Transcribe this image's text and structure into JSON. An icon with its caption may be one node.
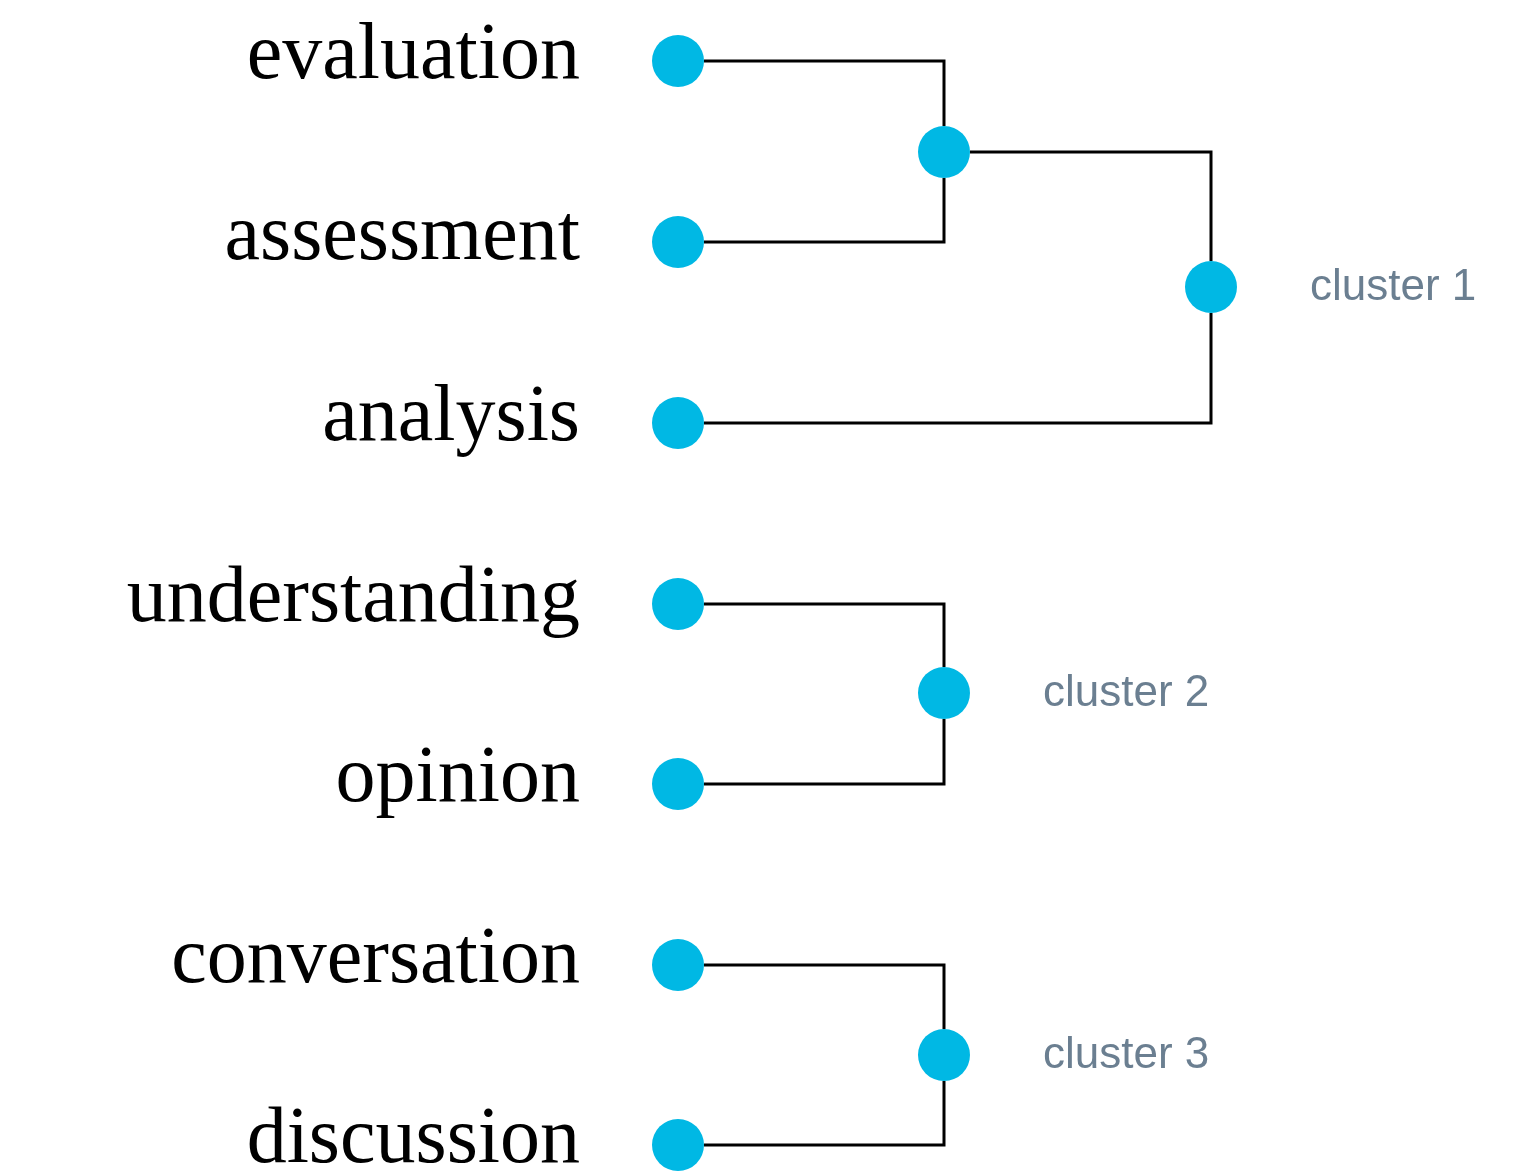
{
  "diagram": {
    "nodes": [
      {
        "text": [],
        "shape": "circle",
        "beside": [
          "evaluation"
        ]
      },
      {
        "text": [],
        "shape": "circle"
      },
      {
        "text": [],
        "shape": "circle",
        "beside": [
          "assessment"
        ]
      },
      {
        "text": [],
        "shape": "circle",
        "beside": [
          "cluster 1"
        ]
      },
      {
        "text": [],
        "shape": "circle",
        "beside": [
          "analysis"
        ]
      },
      {
        "text": [],
        "shape": "circle",
        "beside": [
          "understanding"
        ]
      },
      {
        "text": [],
        "shape": "circle",
        "beside": [
          "cluster 2"
        ]
      },
      {
        "text": [],
        "shape": "circle",
        "beside": [
          "opinion"
        ]
      },
      {
        "text": [],
        "shape": "circle",
        "beside": [
          "conversation"
        ]
      },
      {
        "text": [],
        "shape": "circle",
        "beside": [
          "cluster 3"
        ]
      },
      {
        "text": [],
        "shape": "circle",
        "beside": [
          "discussion"
        ]
      }
    ],
    "edges": [
      {
        "from": 0,
        "to": 1,
        "arrow": "none"
      },
      {
        "from": 2,
        "to": 1,
        "arrow": "none"
      },
      {
        "from": 1,
        "to": 3,
        "arrow": "none"
      },
      {
        "from": 4,
        "to": 3,
        "arrow": "none"
      },
      {
        "from": 5,
        "to": 6,
        "arrow": "none"
      },
      {
        "from": 7,
        "to": 6,
        "arrow": "none"
      },
      {
        "from": 8,
        "to": 9,
        "arrow": "none"
      },
      {
        "from": 10,
        "to": 9,
        "arrow": "none"
      }
    ]
  }
}
